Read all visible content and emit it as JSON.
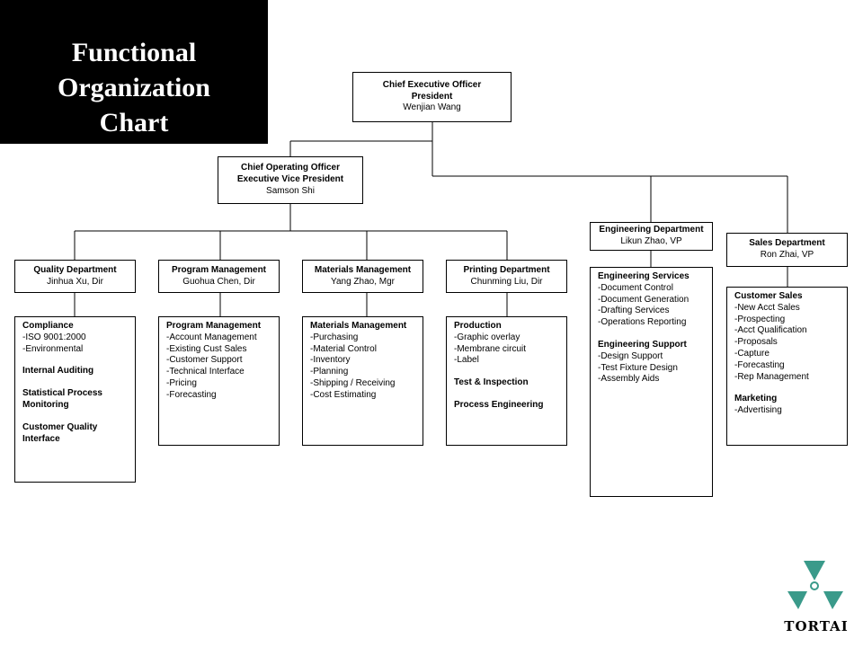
{
  "title": {
    "line1": "Functional",
    "line2": "Organization",
    "line3": "Chart"
  },
  "ceo": {
    "title1": "Chief Executive Officer",
    "title2": "President",
    "name": "Wenjian Wang"
  },
  "coo": {
    "title1": "Chief Operating Officer",
    "title2": "Executive Vice President",
    "name": "Samson Shi"
  },
  "departments": [
    {
      "name": "Quality Department",
      "head": "Jinhua Xu, Dir"
    },
    {
      "name": "Program Management",
      "head": "Guohua Chen, Dir"
    },
    {
      "name": "Materials Management",
      "head": "Yang Zhao, Mgr"
    },
    {
      "name": "Printing Department",
      "head": "Chunming Liu, Dir"
    },
    {
      "name": "Engineering Department",
      "head": "Likun  Zhao, VP"
    },
    {
      "name": "Sales Department",
      "head": "Ron Zhai, VP"
    }
  ],
  "quality_details": {
    "s1": "Compliance",
    "s1_i1": "-ISO 9001:2000",
    "s1_i2": "-Environmental",
    "s2": "Internal Auditing",
    "s3a": "Statistical Process",
    "s3b": "Monitoring",
    "s4a": "Customer Quality",
    "s4b": "Interface"
  },
  "program_details": {
    "s1": "Program Management",
    "items": [
      "-Account Management",
      "-Existing Cust Sales",
      "-Customer Support",
      "-Technical Interface",
      "-Pricing",
      "-Forecasting"
    ]
  },
  "materials_details": {
    "s1": "Materials Management",
    "items": [
      "-Purchasing",
      "-Material Control",
      "-Inventory",
      "-Planning",
      "-Shipping / Receiving",
      "-Cost Estimating"
    ]
  },
  "printing_details": {
    "s1": "Production",
    "items": [
      "-Graphic overlay",
      "-Membrane circuit",
      "-Label"
    ],
    "s2": "Test & Inspection",
    "s3": "Process Engineering"
  },
  "engineering_details": {
    "s1": "Engineering Services",
    "items1": [
      "-Document Control",
      "-Document Generation",
      "-Drafting Services",
      "-Operations Reporting"
    ],
    "s2": "Engineering Support",
    "items2": [
      "-Design Support",
      "-Test Fixture Design",
      "-Assembly Aids"
    ]
  },
  "sales_details": {
    "s1": "Customer Sales",
    "items1": [
      "-New Acct Sales",
      "-Prospecting",
      "-Acct Qualification",
      "-Proposals",
      "-Capture",
      "-Forecasting",
      "-Rep Management"
    ],
    "s2": "Marketing",
    "items2": [
      "-Advertising"
    ]
  },
  "logo": {
    "text": "TORTAI",
    "color": "#3a9a8a"
  }
}
